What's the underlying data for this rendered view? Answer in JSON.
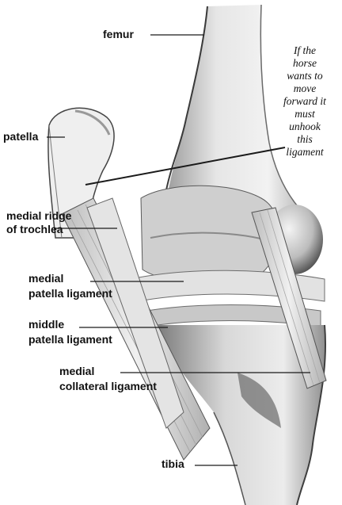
{
  "labels": {
    "femur": "femur",
    "patella": "patella",
    "medial_ridge_line1": "medial ridge",
    "medial_ridge_line2": "of trochlea",
    "medial_patella_line1": "medial",
    "medial_patella_line2": "patella ligament",
    "middle_patella_line1": "middle",
    "middle_patella_line2": "patella ligament",
    "medial_collateral_line1": "medial",
    "medial_collateral_line2": "collateral ligament",
    "tibia": "tibia"
  },
  "annotation": {
    "lines": [
      "If the",
      "horse",
      "wants to",
      "move",
      "forward it",
      "must",
      "unhook",
      "this",
      "ligament"
    ]
  },
  "colors": {
    "bone_light": "#e8e8e8",
    "bone_mid": "#bdbdbd",
    "bone_dark": "#5a5a5a",
    "ligament": "#d9d9d9",
    "line": "#1a1a1a"
  }
}
